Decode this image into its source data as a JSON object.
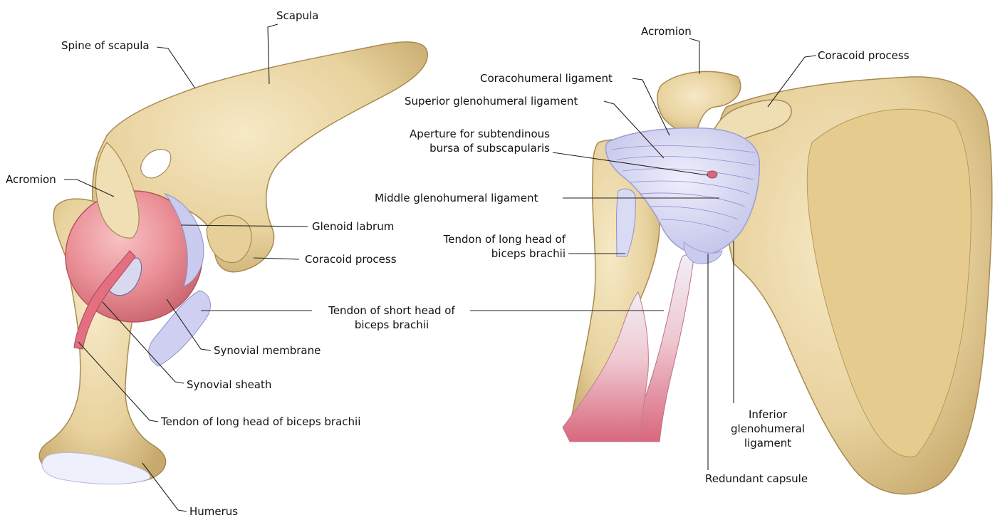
{
  "colors": {
    "bone": "#ecd9aa",
    "bone_shadow": "#c9ad72",
    "bone_outline": "#a88a52",
    "synovial_membrane": "#ea8f96",
    "ligament": "#d6d6f4",
    "muscle": "#e37f92",
    "leader_line": "#222222"
  },
  "left_view": {
    "labels": {
      "scapula": "Scapula",
      "spine_of_scapula": "Spine of scapula",
      "acromion": "Acromion",
      "glenoid_labrum": "Glenoid labrum",
      "coracoid_process": "Coracoid process",
      "tendon_short_head_line1": "Tendon of short head of",
      "tendon_short_head_line2": "biceps brachii",
      "synovial_membrane": "Synovial membrane",
      "synovial_sheath": "Synovial sheath",
      "tendon_long_head": "Tendon of long head of biceps brachii",
      "humerus": "Humerus"
    }
  },
  "right_view": {
    "labels": {
      "acromion": "Acromion",
      "coracoid_process": "Coracoid process",
      "coracohumeral_ligament": "Coracohumeral ligament",
      "superior_glenohumeral_ligament": "Superior glenohumeral ligament",
      "aperture_line1": "Aperture for subtendinous",
      "aperture_line2": "bursa of subscapularis",
      "middle_glenohumeral_ligament": "Middle glenohumeral ligament",
      "tendon_long_head_line1": "Tendon of long head of",
      "tendon_long_head_line2": "biceps brachii",
      "inferior_line1": "Inferior",
      "inferior_line2": "glenohumeral",
      "inferior_line3": "ligament",
      "redundant_capsule": "Redundant capsule"
    }
  }
}
